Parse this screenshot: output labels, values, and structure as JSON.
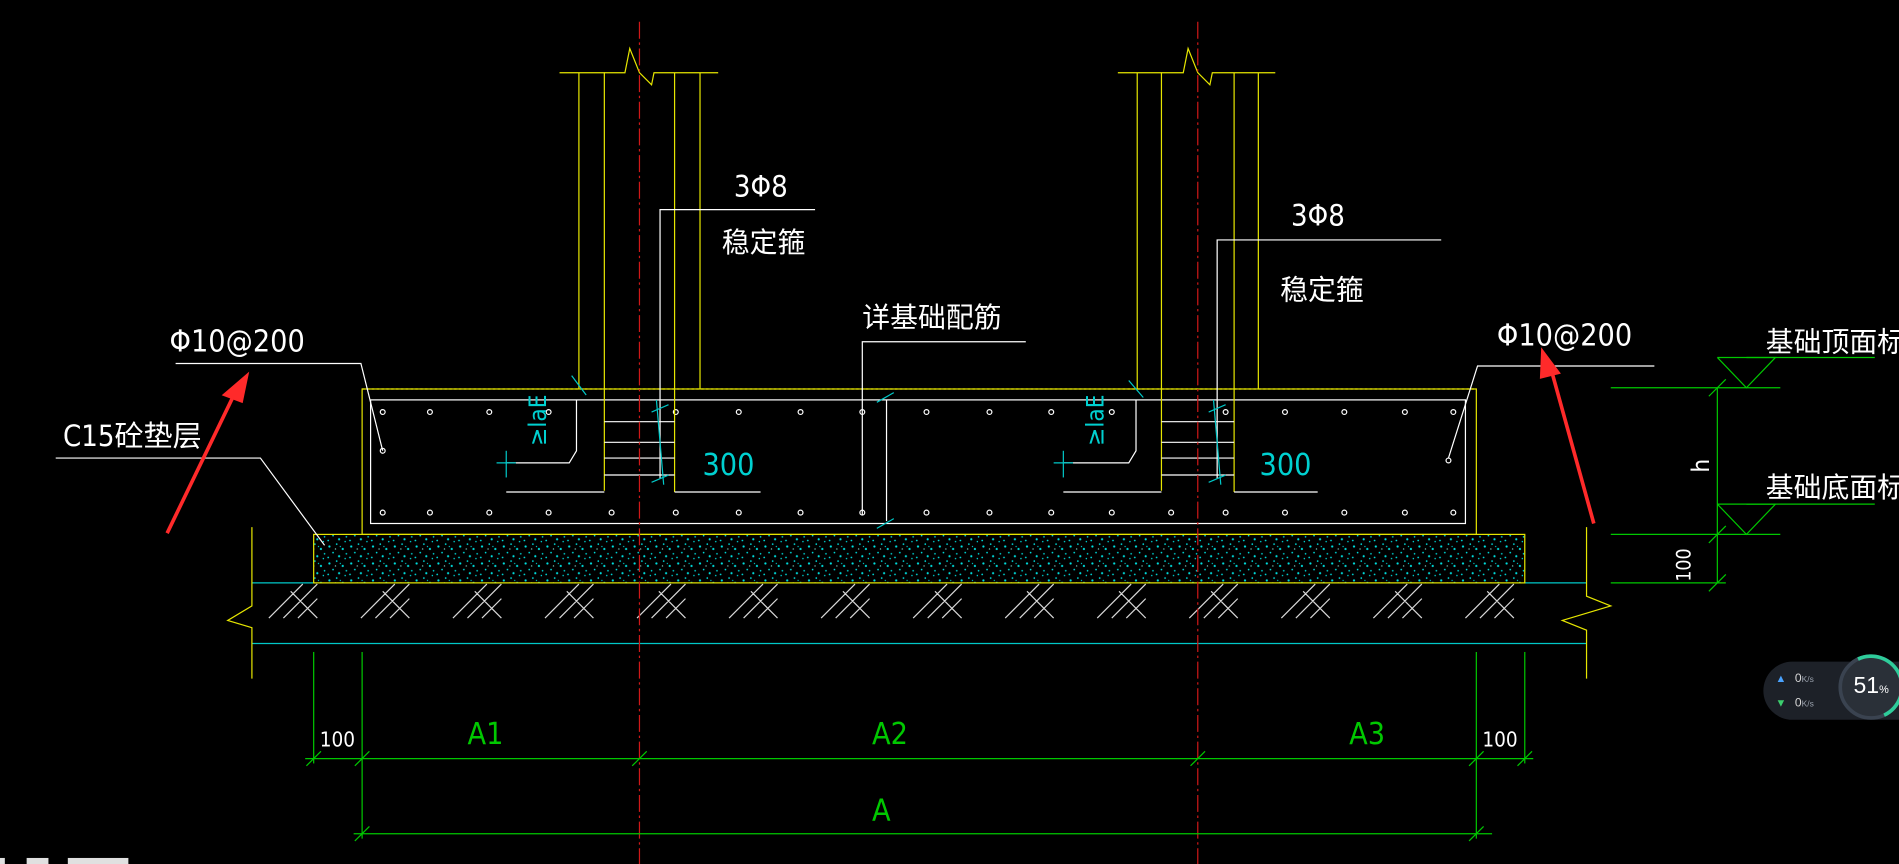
{
  "drawing": {
    "column_left": {
      "stirrup_spec": "3Φ8",
      "stirrup_name": "稳定箍",
      "anchor_label": "≥laE",
      "dim_300": "300"
    },
    "column_right": {
      "stirrup_spec": "3Φ8",
      "stirrup_name": "稳定箍",
      "anchor_label": "≥laE",
      "dim_300": "300"
    },
    "rebar_left": "Φ10@200",
    "rebar_right": "Φ10@200",
    "cushion_label": "C15砼垫层",
    "foundation_rebar_label": "详基础配筋",
    "elevation_top": "基础顶面标高",
    "elevation_bottom": "基础底面标高",
    "height_label": "h",
    "cushion_thickness": "100",
    "dimensions": {
      "left_offset": "100",
      "a1": "A1",
      "a2": "A2",
      "a3": "A3",
      "right_offset": "100",
      "total": "A"
    },
    "colors": {
      "background": "#000000",
      "outline_yellow": "#e6e600",
      "rebar_white": "#ffffff",
      "dimension_green": "#00c800",
      "cyan_text": "#00d0d0",
      "centerline_red": "#d01818",
      "annotation_arrow": "#ff2a2a"
    }
  },
  "net_monitor": {
    "upload_value": "0",
    "upload_unit": "K/s",
    "download_value": "0",
    "download_unit": "K/s",
    "upload_icon": "arrow-up-icon",
    "download_icon": "arrow-down-icon",
    "usage_value": "51",
    "usage_unit": "%"
  }
}
